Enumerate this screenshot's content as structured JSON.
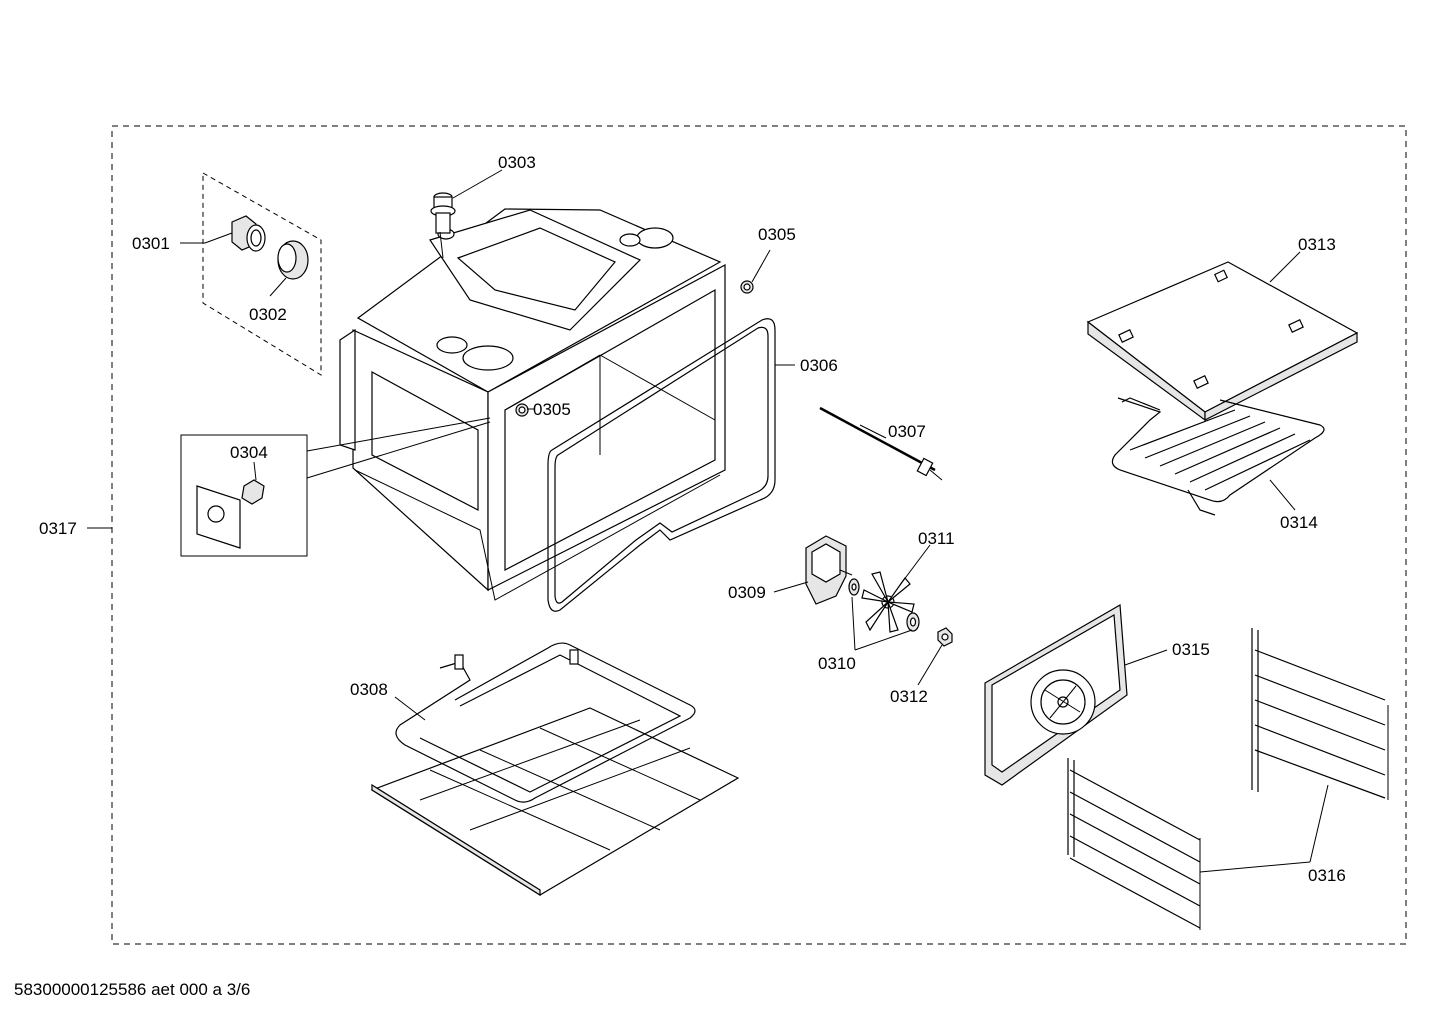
{
  "callouts": {
    "c0301": "0301",
    "c0302": "0302",
    "c0303": "0303",
    "c0304": "0304",
    "c0305a": "0305",
    "c0305b": "0305",
    "c0306": "0306",
    "c0307": "0307",
    "c0308": "0308",
    "c0309": "0309",
    "c0310": "0310",
    "c0311": "0311",
    "c0312": "0312",
    "c0313": "0313",
    "c0314": "0314",
    "c0315": "0315",
    "c0316": "0316",
    "c0317": "0317"
  },
  "footer": {
    "doc_id": "58300000125586 aet 000 a 3/6"
  }
}
